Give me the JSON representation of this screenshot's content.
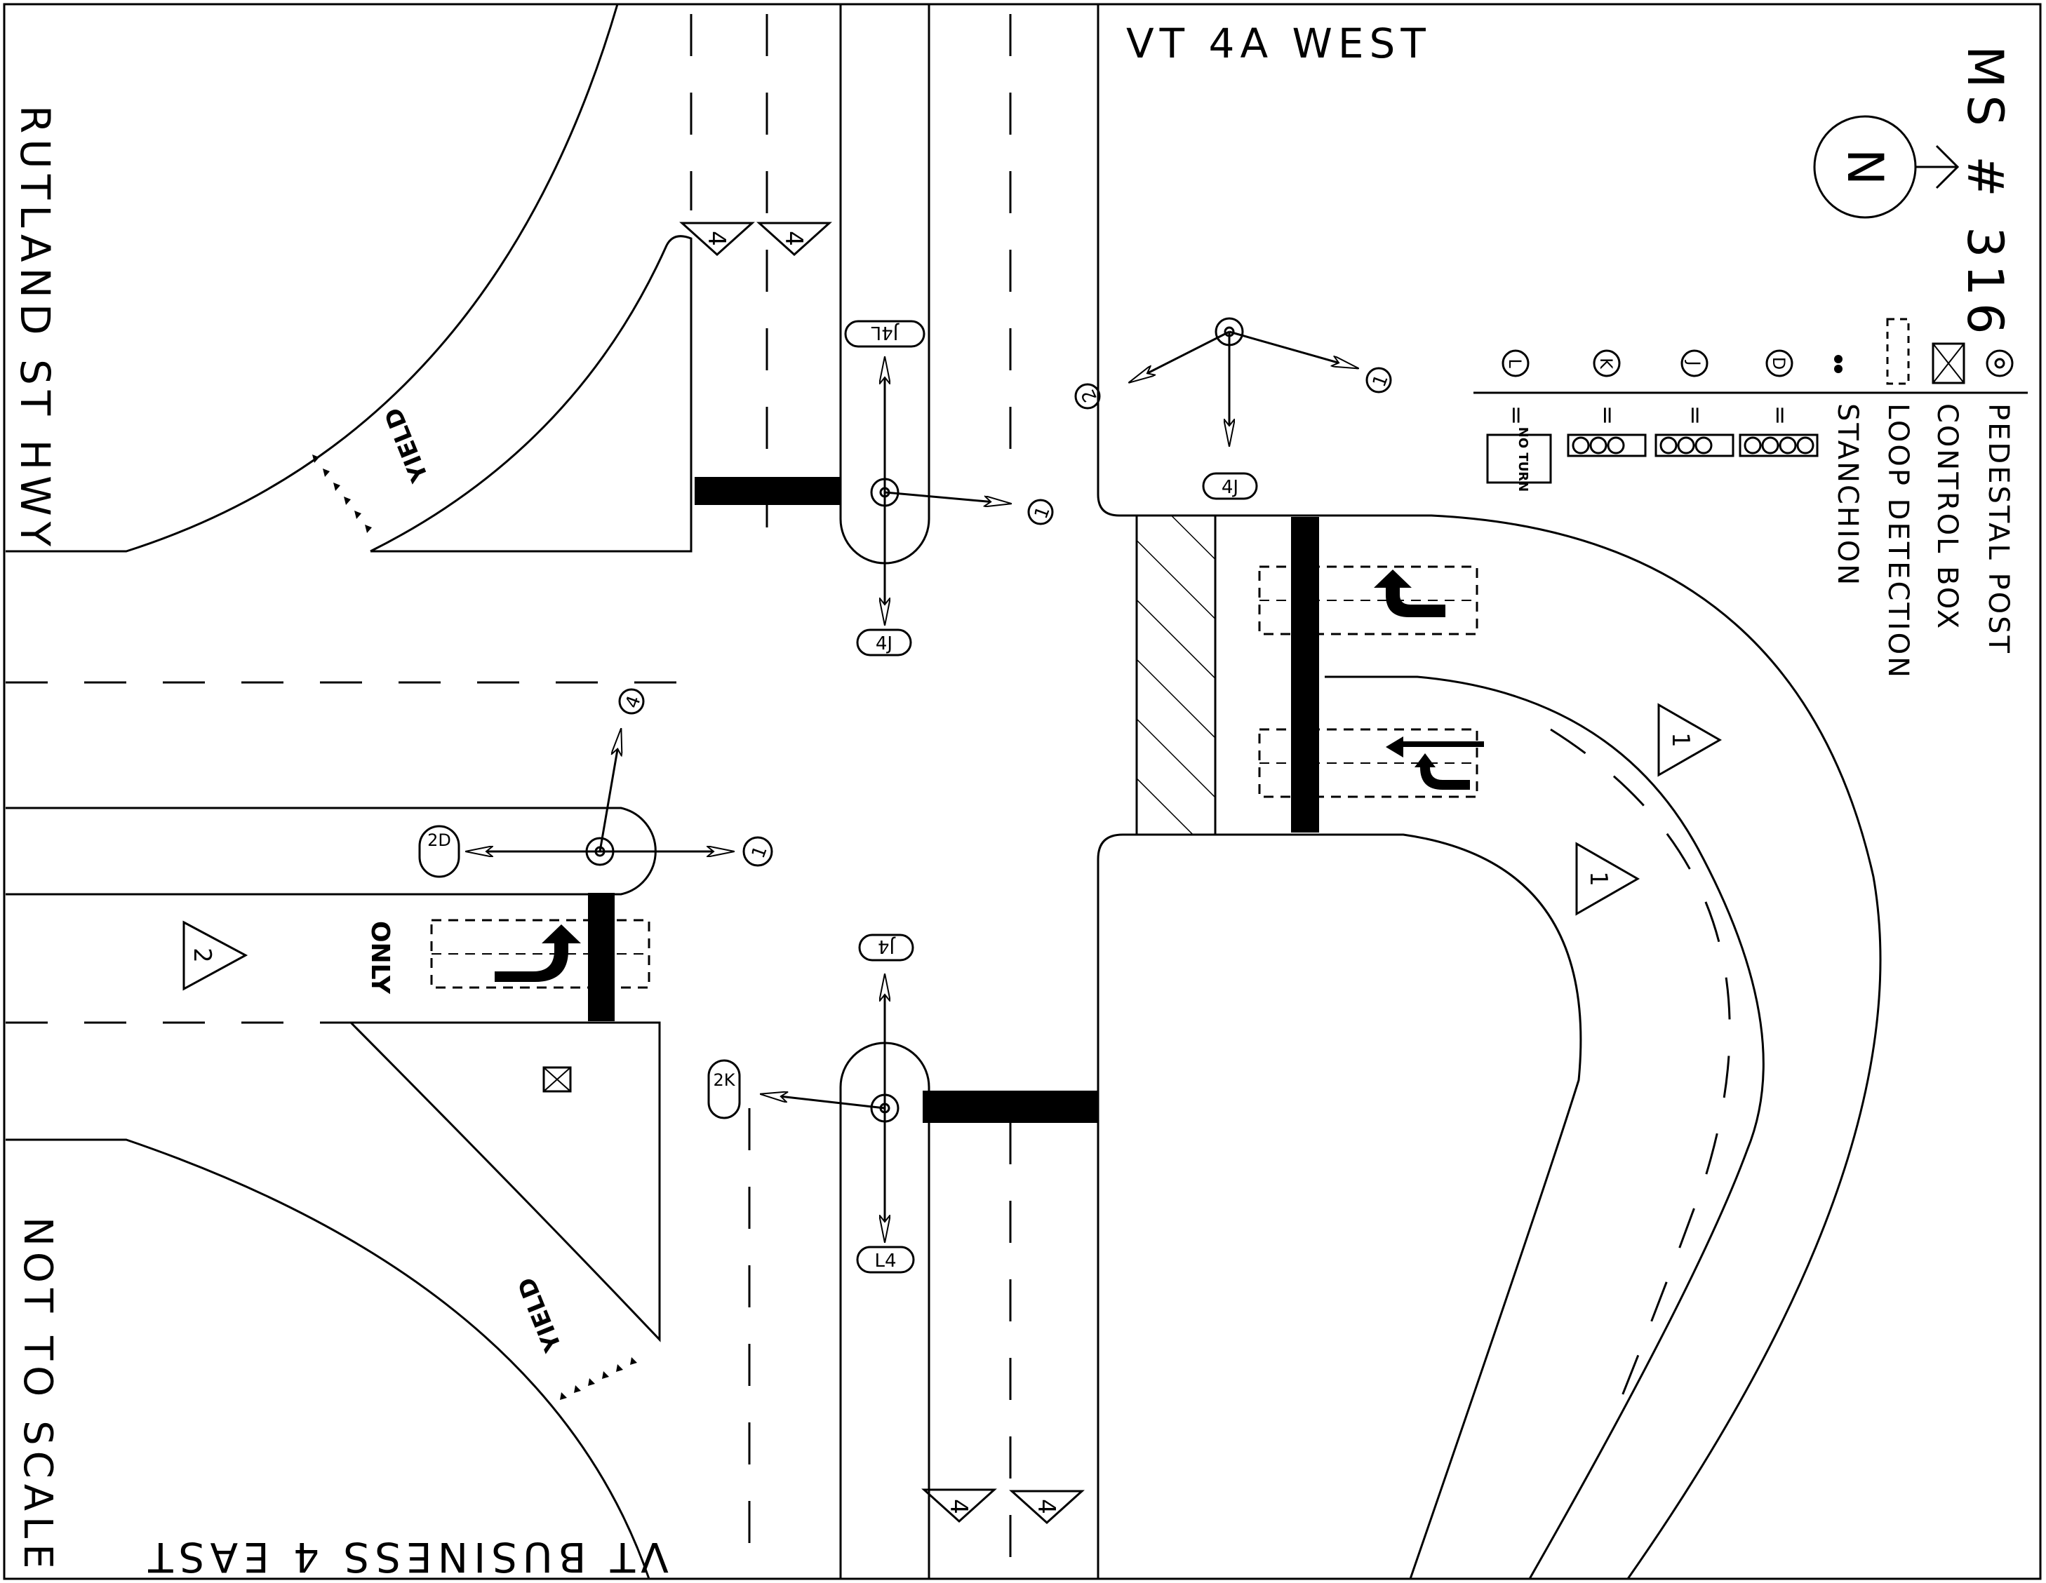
{
  "sheet": {
    "id": "MS # 316",
    "north": "N",
    "not_to_scale": "NOT TO SCALE"
  },
  "streets": {
    "north": "VT 4A WEST",
    "west": "RUTLAND ST HWY",
    "south": "VT BUSINESS 4 EAST"
  },
  "legend": {
    "items": [
      {
        "symbol": "pedestal-post",
        "label": "PEDESTAL POST"
      },
      {
        "symbol": "control-box",
        "label": "CONTROL BOX"
      },
      {
        "symbol": "loop-detection",
        "label": "LOOP DETECTION"
      },
      {
        "symbol": "stanchion",
        "label": "STANCHION"
      }
    ],
    "heads": [
      {
        "letter": "D",
        "eq": "="
      },
      {
        "letter": "J",
        "eq": "="
      },
      {
        "letter": "K",
        "eq": "="
      },
      {
        "letter": "L",
        "eq": "="
      }
    ],
    "no_turn": "NO TURN"
  },
  "pavement": {
    "yield": "YIELD",
    "only": "ONLY"
  },
  "phases": {
    "p1": "1",
    "p2": "2",
    "p4": "4",
    "p4j": "4J",
    "j4l": "J4L",
    "p2d": "2D",
    "p2k": "2K",
    "l4": "L4",
    "j4": "J4"
  }
}
